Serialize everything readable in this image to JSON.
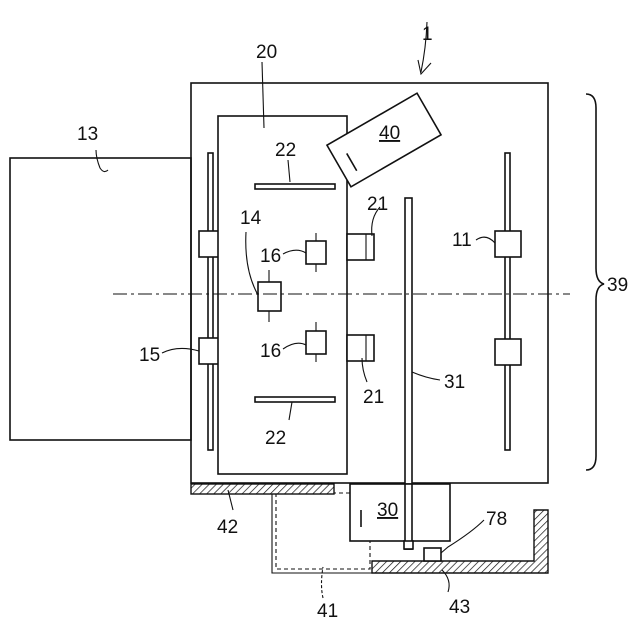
{
  "figure": {
    "labels": {
      "device": "1",
      "outer_block": "13",
      "center_part": "14",
      "left_block": "15",
      "small_part": "16",
      "right_block": "11",
      "stage": "20",
      "tab": "21",
      "plate": "22",
      "unit_30": "30",
      "rod": "31",
      "range": "39",
      "unit_40": "40",
      "dashed_area": "41",
      "left_floor": "42",
      "right_floor": "43",
      "sensor": "78"
    }
  }
}
